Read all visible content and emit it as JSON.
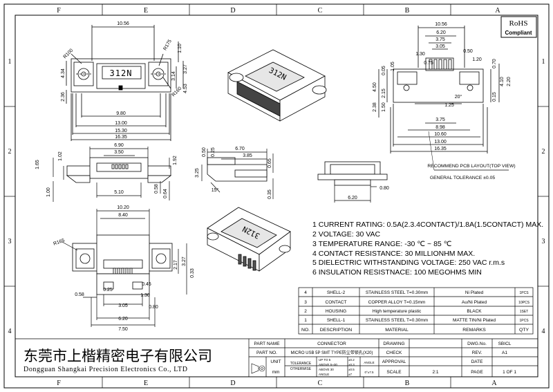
{
  "zones": {
    "top": [
      "F",
      "E",
      "D",
      "C",
      "B",
      "A"
    ],
    "side": [
      "1",
      "2",
      "3",
      "4"
    ]
  },
  "rohs": {
    "line1": "RoHS",
    "line2": "Compliant"
  },
  "top_view": {
    "width_top": "10.56",
    "r100": "R100",
    "r175": "R175",
    "r160": "R160",
    "h110": "1.10",
    "mark": "312N",
    "w980": "9.80",
    "w1300": "13.00",
    "w1530": "15.30",
    "w1635": "16.35",
    "h434": "4.34",
    "h236": "2.36",
    "h314": "3.14",
    "h327": "3.27",
    "h453": "4.53"
  },
  "front_view": {
    "w690": "6.90",
    "w350": "3.50",
    "w510": "5.10",
    "h165": "1.65",
    "h102": "1.02",
    "h100": "1.00",
    "h192": "1.92",
    "h058": "0.58",
    "h064": "0.64"
  },
  "side_view": {
    "w670": "6.70",
    "w385": "3.85",
    "w050": "0.50",
    "w025": "0.25",
    "h325": "3.25",
    "h065": "0.65",
    "h035": "0.35",
    "angle": "15°"
  },
  "end_view": {
    "w620": "6.20",
    "w080": "0.80"
  },
  "pcb_layout": {
    "w1056": "10.56",
    "w620": "6.20",
    "w375": "3.75",
    "w305": "3.05",
    "w130": "1.30",
    "w075": "0.75",
    "w050": "0.50",
    "w120": "1.20",
    "w070": "0.70",
    "w125": "1.25",
    "b375": "3.75",
    "b898": "8.98",
    "b1060": "10.60",
    "b1300": "13.00",
    "b1635": "16.35",
    "h450": "4.50",
    "h215": "2.15",
    "h238": "2.38",
    "h150": "1.50",
    "h015": "0.15",
    "h220": "2.20",
    "h410": "4.10",
    "h005": "0.05",
    "h105": "1.05",
    "ang": "20°",
    "title": "RECOMMEND PCB LAYOUT(TOP VIEW)",
    "tolerance": "GENERAL TOLERANCE ±0.05"
  },
  "bottom_view": {
    "w1020": "10.20",
    "w840": "8.40",
    "r165": "R165",
    "w058": "0.58",
    "w025": "0.25",
    "w045": "0.45",
    "w305": "3.05",
    "w080": "0.80",
    "w130": "1.30",
    "w620": "6.20",
    "w750": "7.50",
    "h217": "2.17",
    "h327": "3.27",
    "h033": "0.33"
  },
  "notes": [
    "1 CURRENT RATING: 0.5A(2.3.4CONTACT)/1.8A(1.5CONTACT) MAX.",
    "2 VOLTAGE: 30 VAC",
    "3 TEMPERATURE RANGE: -30 ℃ ~ 85 ℃",
    "4 CONTACT RESISTANCE: 30 MILLIONHM MAX.",
    "5 DIELECTRIC WITHSTANDING VOLTAGE: 250 VAC r.m.s",
    "6 INSULATION RESISTNACE: 100 MEGOHMS MIN"
  ],
  "bom": {
    "rows": [
      {
        "no": "4",
        "desc": "SHELL-2",
        "material": "STAINLESS STEEL T=0.30mm",
        "remarks": "Ni Plated",
        "qty": "1PCS"
      },
      {
        "no": "3",
        "desc": "CONTACT",
        "material": "COPPER ALLOY T=0.15mm",
        "remarks": "Au/Ni Plated",
        "qty": "10PCS"
      },
      {
        "no": "2",
        "desc": "HOUSING",
        "material": "High temperature plastic",
        "remarks": "BLACK",
        "qty": "1SET"
      },
      {
        "no": "1",
        "desc": "SHELL-1",
        "material": "STAINLESS STEEL T=0.30mm",
        "remarks": "MATTE TIN/Ni Plated",
        "qty": "1PCS"
      }
    ],
    "header": {
      "no": "NO.",
      "desc": "DESCRIPTION",
      "material": "MATERIAL",
      "remarks": "REMARKS",
      "qty": "QTY"
    }
  },
  "title_block": {
    "company_cn": "东莞市上楷精密电子有限公司",
    "company_en": "Dongguan Shangkai Precision Electronics Co., LTD",
    "part_name_label": "PART NAME",
    "part_name": "CONNECTOR",
    "part_no_label": "PART NO.",
    "part_no": "MICRO USB 5P SMT TYPE防尘带锁孔(X20)",
    "unit_label": "UNIT",
    "unit": "mm",
    "tolerance_label": "TOLERANCE",
    "otherwise_label": "OTHERWISE",
    "tol_r1": "UP TO 5",
    "tol_r1v": "±0.2",
    "tol_r2": "ABOVE 5~30",
    "tol_r2v": "±0.3",
    "tol_r3": "ABOVE 30",
    "tol_r3v": "±0.5",
    "angle_label": "ANGLE",
    "angle_value": "±7",
    "angle_label2": "ANGLE",
    "angle_value2": "0°±7.5",
    "drawing_label": "DRAWING",
    "check_label": "CHECK",
    "approval_label": "APPROVAL",
    "scale_label": "SCALE",
    "scale": "2:1",
    "dwg_no_label": "DWG.No.",
    "dwg_no": "SBICL",
    "rev_label": "REV.",
    "rev": "A1",
    "date_label": "DATE",
    "page_label": "PAGE",
    "page": "1 OF 1"
  }
}
